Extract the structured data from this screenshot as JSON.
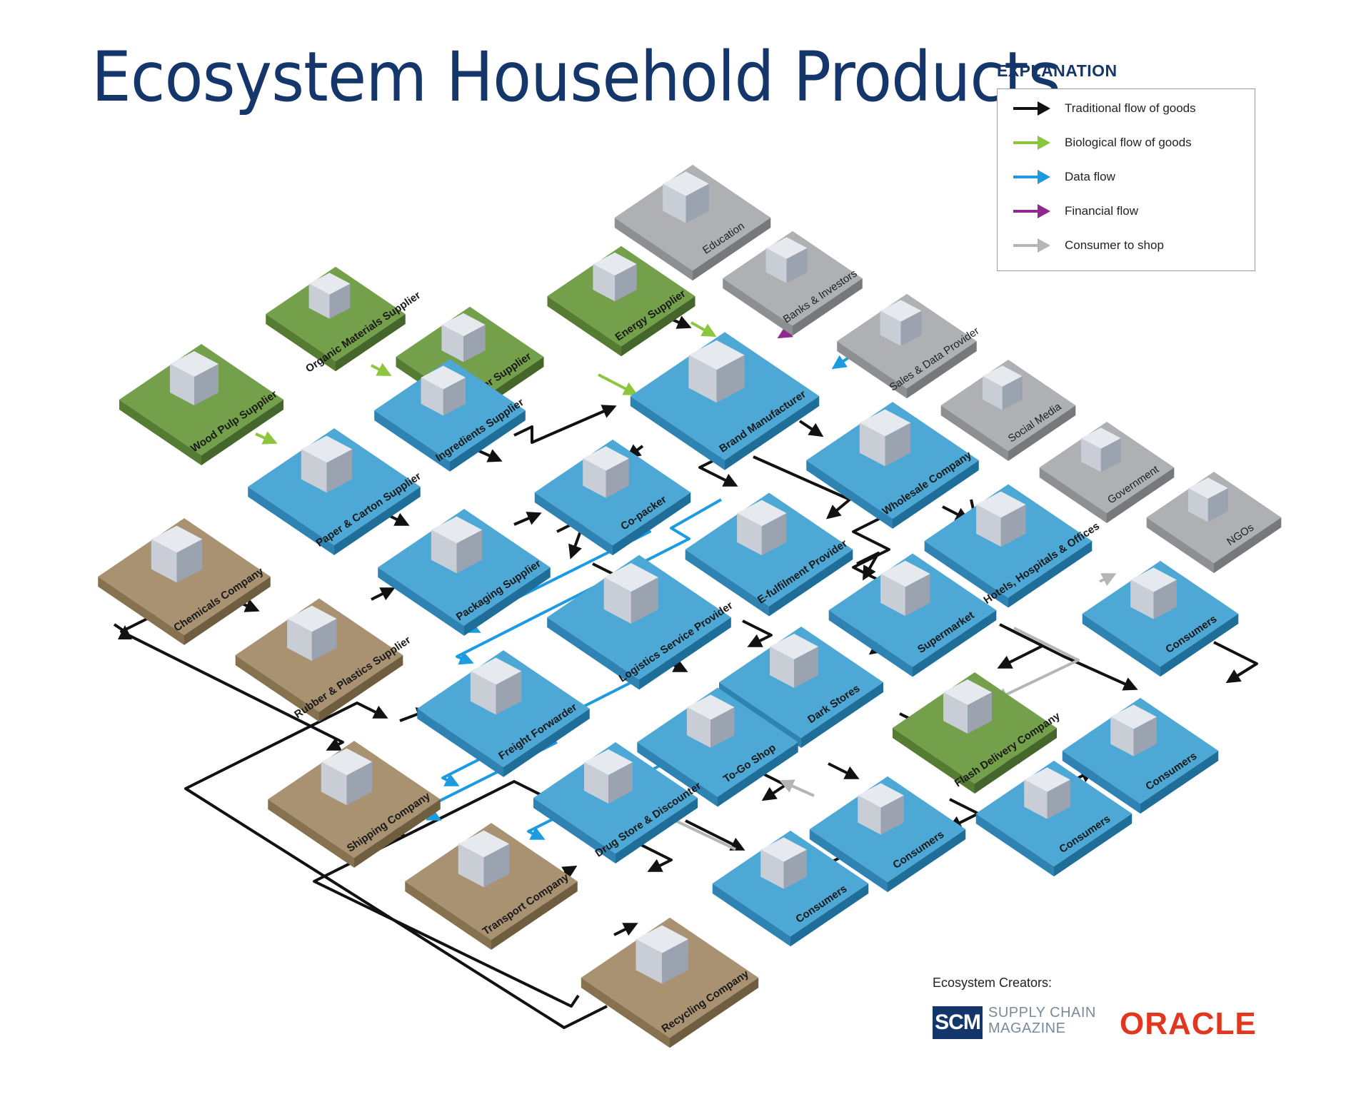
{
  "title": "Ecosystem Household Products",
  "legend": {
    "heading": "EXPLANATION",
    "items": [
      {
        "label": "Traditional flow of goods",
        "color": "#111111"
      },
      {
        "label": "Biological flow of goods",
        "color": "#8cc63f"
      },
      {
        "label": "Data flow",
        "color": "#1e9be0"
      },
      {
        "label": "Financial flow",
        "color": "#8e2a8f"
      },
      {
        "label": "Consumer to shop",
        "color": "#b5b5b5"
      }
    ]
  },
  "colors": {
    "tile_blue": "#4ea8d6",
    "tile_green": "#6f9a48",
    "tile_tan": "#a28c6c",
    "tile_gray": "#a7a9ac"
  },
  "nodes": [
    {
      "id": "wood_pulp",
      "label": "Wood Pulp Supplier",
      "type": "green"
    },
    {
      "id": "organic",
      "label": "Organic Materials Supplier",
      "type": "green"
    },
    {
      "id": "water",
      "label": "Water Supplier",
      "type": "green"
    },
    {
      "id": "energy",
      "label": "Energy Supplier",
      "type": "green"
    },
    {
      "id": "education",
      "label": "Education",
      "type": "gray"
    },
    {
      "id": "banks",
      "label": "Banks & Investors",
      "type": "gray"
    },
    {
      "id": "sales_data",
      "label": "Sales & Data Provider",
      "type": "gray"
    },
    {
      "id": "social",
      "label": "Social Media",
      "type": "gray"
    },
    {
      "id": "government",
      "label": "Government",
      "type": "gray"
    },
    {
      "id": "ngos",
      "label": "NGOs",
      "type": "gray"
    },
    {
      "id": "ingredients",
      "label": "Ingredients Supplier",
      "type": "blue"
    },
    {
      "id": "brand",
      "label": "Brand Manufacturer",
      "type": "blue"
    },
    {
      "id": "wholesale",
      "label": "Wholesale Company",
      "type": "blue"
    },
    {
      "id": "hotels",
      "label": "Hotels, Hospitals & Offices",
      "type": "blue"
    },
    {
      "id": "paper",
      "label": "Paper & Carton Supplier",
      "type": "blue"
    },
    {
      "id": "copacker",
      "label": "Co-packer",
      "type": "blue"
    },
    {
      "id": "efulfil",
      "label": "E-fulfilment Provider",
      "type": "blue"
    },
    {
      "id": "chemicals",
      "label": "Chemicals Company",
      "type": "tan"
    },
    {
      "id": "packaging",
      "label": "Packaging Supplier",
      "type": "blue"
    },
    {
      "id": "logistics",
      "label": "Logistics Service Provider",
      "type": "blue"
    },
    {
      "id": "supermarket",
      "label": "Supermarket",
      "type": "blue"
    },
    {
      "id": "consumers1",
      "label": "Consumers",
      "type": "blue"
    },
    {
      "id": "rubber",
      "label": "Rubber & Plastics Supplier",
      "type": "tan"
    },
    {
      "id": "dark",
      "label": "Dark Stores",
      "type": "blue"
    },
    {
      "id": "freight",
      "label": "Freight Forwarder",
      "type": "blue"
    },
    {
      "id": "flash",
      "label": "Flash Delivery Company",
      "type": "green"
    },
    {
      "id": "consumers2",
      "label": "Consumers",
      "type": "blue"
    },
    {
      "id": "togo",
      "label": "To-Go Shop",
      "type": "blue"
    },
    {
      "id": "shipping",
      "label": "Shipping Company",
      "type": "tan"
    },
    {
      "id": "drugstore",
      "label": "Drug Store & Discounter",
      "type": "blue"
    },
    {
      "id": "consumers3",
      "label": "Consumers",
      "type": "blue"
    },
    {
      "id": "consumers4",
      "label": "Consumers",
      "type": "blue"
    },
    {
      "id": "transport",
      "label": "Transport Company",
      "type": "tan"
    },
    {
      "id": "consumers5",
      "label": "Consumers",
      "type": "blue"
    },
    {
      "id": "recycling",
      "label": "Recycling Company",
      "type": "tan"
    }
  ],
  "footer": {
    "creators_label": "Ecosystem Creators:",
    "scm_mark": "SCM",
    "scm_line1": "SUPPLY CHAIN",
    "scm_line2": "MAGAZINE",
    "oracle": "ORACLE"
  }
}
